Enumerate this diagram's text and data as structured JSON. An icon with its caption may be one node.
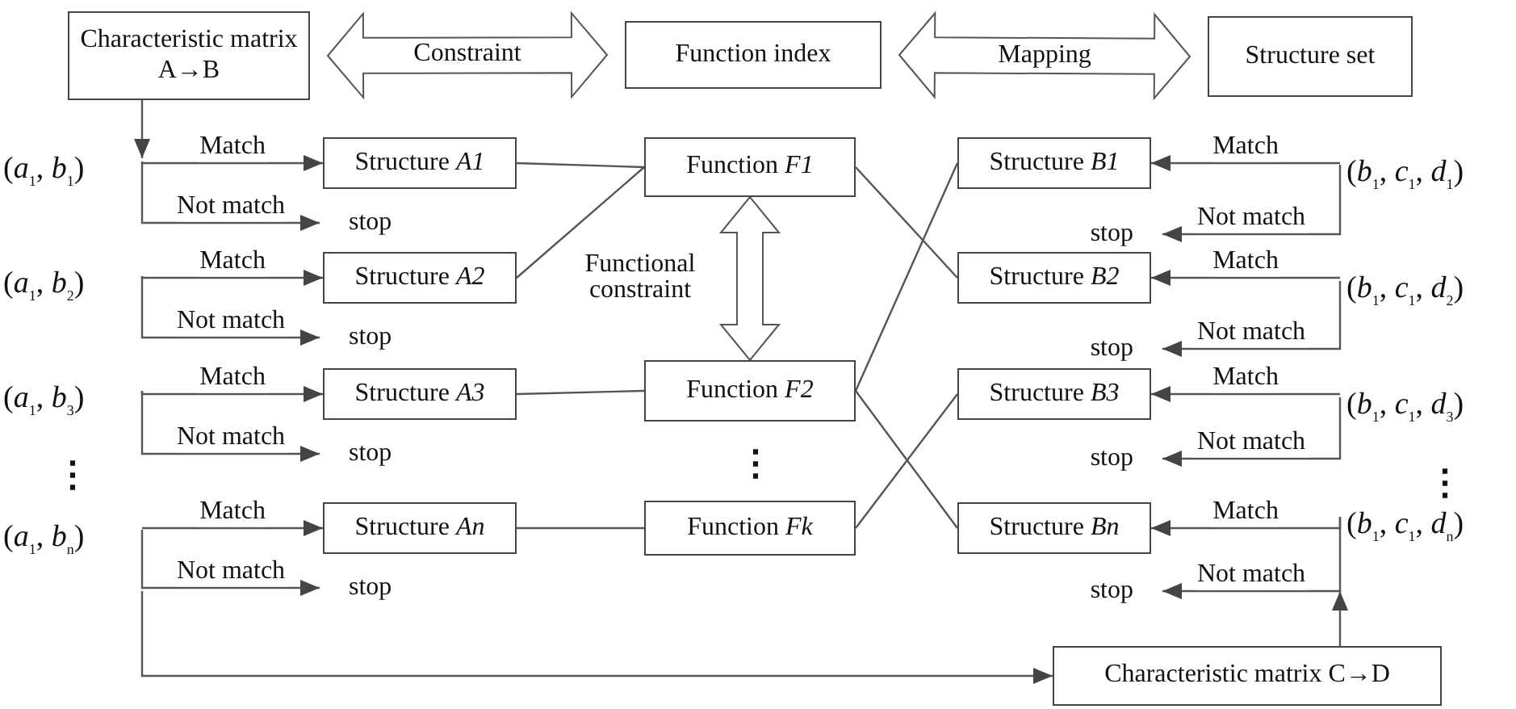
{
  "diagram": {
    "nodes": [
      {
        "text": [
          "Characteristic matrix A→B"
        ]
      },
      {
        "text": [
          "Function index"
        ]
      },
      {
        "text": [
          "Structure set"
        ]
      },
      {
        "text": [
          "(*a*$_{1}$, *b*$_{1}$)"
        ]
      },
      {
        "text": [
          "Structure *A1*"
        ]
      },
      {
        "text": [
          "Function *F1*"
        ]
      },
      {
        "text": [
          "Structure *B1*"
        ]
      },
      {
        "text": [
          "(*b*$_{1}$, *c*$_{1}$, *d*$_{1}$)"
        ]
      },
      {
        "text": [
          "stop"
        ]
      },
      {
        "text": [
          "stop"
        ]
      },
      {
        "text": [
          "(*a*$_{1}$, *b*$_{2}$)"
        ]
      },
      {
        "text": [
          "Structure *A2*"
        ]
      },
      {
        "text": [
          "Structure *B2*"
        ]
      },
      {
        "text": [
          "(*b*$_{1}$, *c*$_{1}$, *d*$_{2}$)"
        ]
      },
      {
        "text": [
          "stop"
        ]
      },
      {
        "text": [
          "stop"
        ]
      },
      {
        "text": [
          "(*a*$_{1}$, *b*$_{3}$)"
        ]
      },
      {
        "text": [
          "Structure *A3*"
        ]
      },
      {
        "text": [
          "Function *F2*"
        ]
      },
      {
        "text": [
          "Structure *B3*"
        ]
      },
      {
        "text": [
          "(*b*$_{1}$, *c*$_{1}$, *d*$_{3}$)"
        ]
      },
      {
        "text": [
          "stop"
        ]
      },
      {
        "text": [
          "stop"
        ]
      },
      {
        "text": [
          "(*a*$_{1}$, *b*$_{n}$)"
        ]
      },
      {
        "text": [
          "Structure *An*"
        ]
      },
      {
        "text": [
          "Function *Fk*"
        ]
      },
      {
        "text": [
          "Structure *Bn*"
        ]
      },
      {
        "text": [
          "(*b*$_{1}$, *c*$_{1}$, *d*$_{n}$)"
        ]
      },
      {
        "text": [
          "stop"
        ]
      },
      {
        "text": [
          "stop"
        ]
      },
      {
        "text": [
          "Characteristic matrix C→D"
        ]
      }
    ],
    "edges": [
      {
        "from": 0,
        "to": 1,
        "arrow": "both",
        "label": "Constraint",
        "style": "thick"
      },
      {
        "from": 1,
        "to": 2,
        "arrow": "both",
        "label": "Mapping",
        "style": "thick"
      },
      {
        "from": 0,
        "to": 3,
        "arrow": "to"
      },
      {
        "from": 3,
        "to": 4,
        "arrow": "to",
        "label": "Match"
      },
      {
        "from": 3,
        "to": 8,
        "arrow": "to",
        "label": "Not match"
      },
      {
        "from": 10,
        "to": 11,
        "arrow": "to",
        "label": "Match"
      },
      {
        "from": 10,
        "to": 14,
        "arrow": "to",
        "label": "Not match"
      },
      {
        "from": 16,
        "to": 17,
        "arrow": "to",
        "label": "Match"
      },
      {
        "from": 16,
        "to": 21,
        "arrow": "to",
        "label": "Not match"
      },
      {
        "from": 23,
        "to": 24,
        "arrow": "to",
        "label": "Match"
      },
      {
        "from": 23,
        "to": 28,
        "arrow": "to",
        "label": "Not match"
      },
      {
        "from": 4,
        "to": 5,
        "arrow": "none"
      },
      {
        "from": 11,
        "to": 5,
        "arrow": "none"
      },
      {
        "from": 17,
        "to": 18,
        "arrow": "none"
      },
      {
        "from": 24,
        "to": 25,
        "arrow": "none"
      },
      {
        "from": 5,
        "to": 18,
        "arrow": "both",
        "label": "Functional constraint",
        "style": "thick"
      },
      {
        "from": 5,
        "to": 12,
        "arrow": "none"
      },
      {
        "from": 18,
        "to": 6,
        "arrow": "none"
      },
      {
        "from": 18,
        "to": 26,
        "arrow": "none"
      },
      {
        "from": 25,
        "to": 19,
        "arrow": "none"
      },
      {
        "from": 7,
        "to": 6,
        "arrow": "to",
        "label": "Match"
      },
      {
        "from": 7,
        "to": 9,
        "arrow": "to",
        "label": "Not match"
      },
      {
        "from": 13,
        "to": 12,
        "arrow": "to",
        "label": "Match"
      },
      {
        "from": 13,
        "to": 15,
        "arrow": "to",
        "label": "Not match"
      },
      {
        "from": 20,
        "to": 19,
        "arrow": "to",
        "label": "Match"
      },
      {
        "from": 20,
        "to": 22,
        "arrow": "to",
        "label": "Not match"
      },
      {
        "from": 27,
        "to": 26,
        "arrow": "to",
        "label": "Match"
      },
      {
        "from": 27,
        "to": 29,
        "arrow": "to",
        "label": "Not match"
      },
      {
        "from": 23,
        "to": 30,
        "arrow": "to"
      },
      {
        "from": 30,
        "to": 27,
        "arrow": "to"
      }
    ],
    "labels": [
      "⋮",
      "⋮",
      "⋮"
    ]
  }
}
